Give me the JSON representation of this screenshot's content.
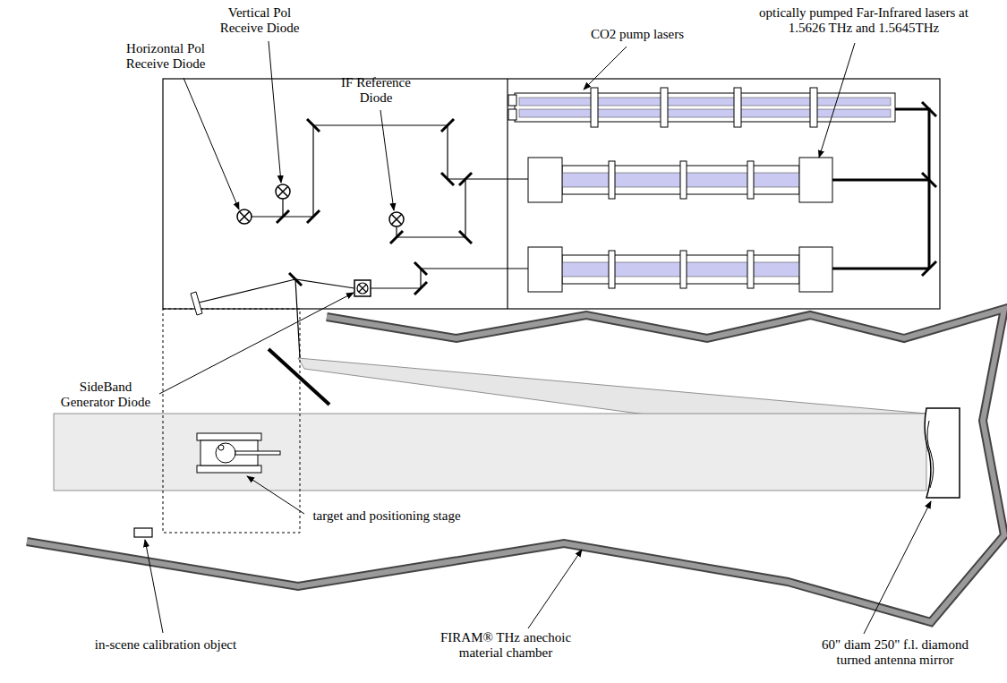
{
  "diagram": {
    "labels": [
      "Vertical Pol Receive Diode",
      "Horizontal Pol Receive Diode",
      "IF Reference Diode",
      "CO2 pump lasers",
      "optically pumped Far-Infrared lasers at 1.5626 THz and 1.5645THz",
      "SideBand Generator Diode",
      "target and positioning stage",
      "in-scene calibration object",
      "FIRAM® THz anechoic material chamber",
      "60\" diam 250\" f.l. diamond turned antenna mirror"
    ]
  }
}
